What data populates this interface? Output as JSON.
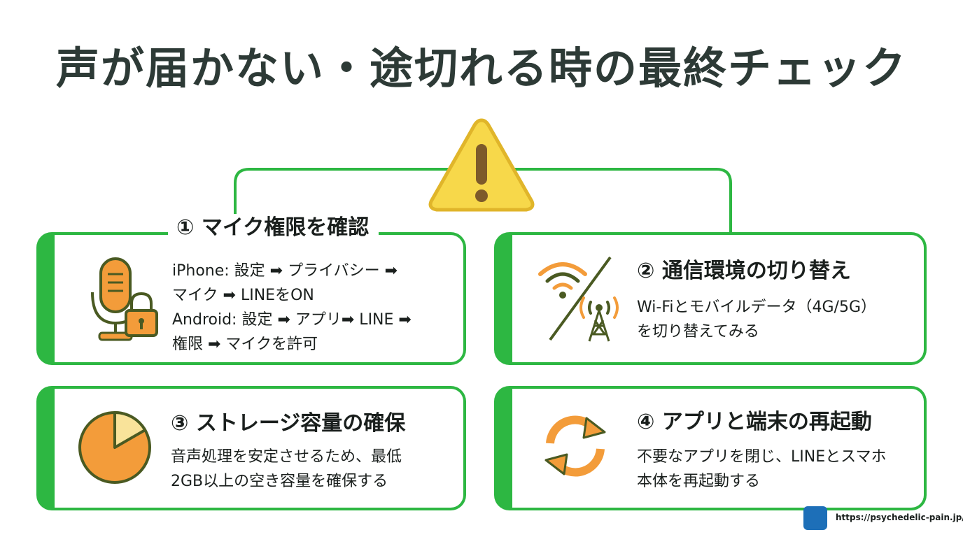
{
  "title": "声が届かない・途切れる時の最終チェック",
  "colors": {
    "accent": "#2db742",
    "warning": "#f7d84a",
    "icon_orange": "#f39c3a",
    "icon_dark": "#4a5a22"
  },
  "icons": {
    "warning": "warning-icon",
    "card1": "microphone-lock-icon",
    "card2": "wifi-cell-tower-icon",
    "card3": "pie-chart-icon",
    "card4": "refresh-icon"
  },
  "cards": [
    {
      "title": "① マイク権限を確認",
      "lines": [
        "iPhone: 設定 ➡ プライバシー ➡",
        "マイク ➡ LINEをON",
        "Android: 設定 ➡ アプリ➡ LINE ➡",
        "権限 ➡ マイクを許可"
      ]
    },
    {
      "title": "② 通信環境の切り替え",
      "lines": [
        "Wi-Fiとモバイルデータ（4G/5G）",
        "を切り替えてみる"
      ]
    },
    {
      "title": "③ ストレージ容量の確保",
      "lines": [
        "音声処理を安定させるため、最低",
        "2GB以上の空き容量を確保する"
      ]
    },
    {
      "title": "④ アプリと端末の再起動",
      "lines": [
        "不要なアプリを閉じ、LINEとスマホ",
        "本体を再起動する"
      ]
    }
  ],
  "footer": {
    "url": "https://psychedelic-pain.jp/"
  }
}
